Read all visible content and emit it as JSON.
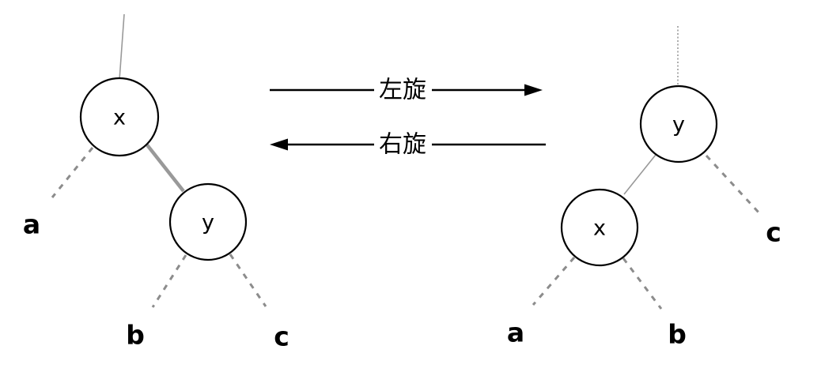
{
  "arrows": {
    "left_rotation_label": "左旋",
    "right_rotation_label": "右旋"
  },
  "left_tree": {
    "root_label": "x",
    "right_child_label": "y",
    "subtree_a_label": "a",
    "subtree_b_label": "b",
    "subtree_c_label": "c"
  },
  "right_tree": {
    "root_label": "y",
    "left_child_label": "x",
    "subtree_a_label": "a",
    "subtree_b_label": "b",
    "subtree_c_label": "c"
  },
  "colors": {
    "background": "#ffffff",
    "node_stroke": "#000000",
    "node_fill": "#ffffff",
    "gray_edge": "#999999",
    "dashed_edge": "#8c8c8c",
    "arrow": "#000000",
    "text": "#000000"
  }
}
